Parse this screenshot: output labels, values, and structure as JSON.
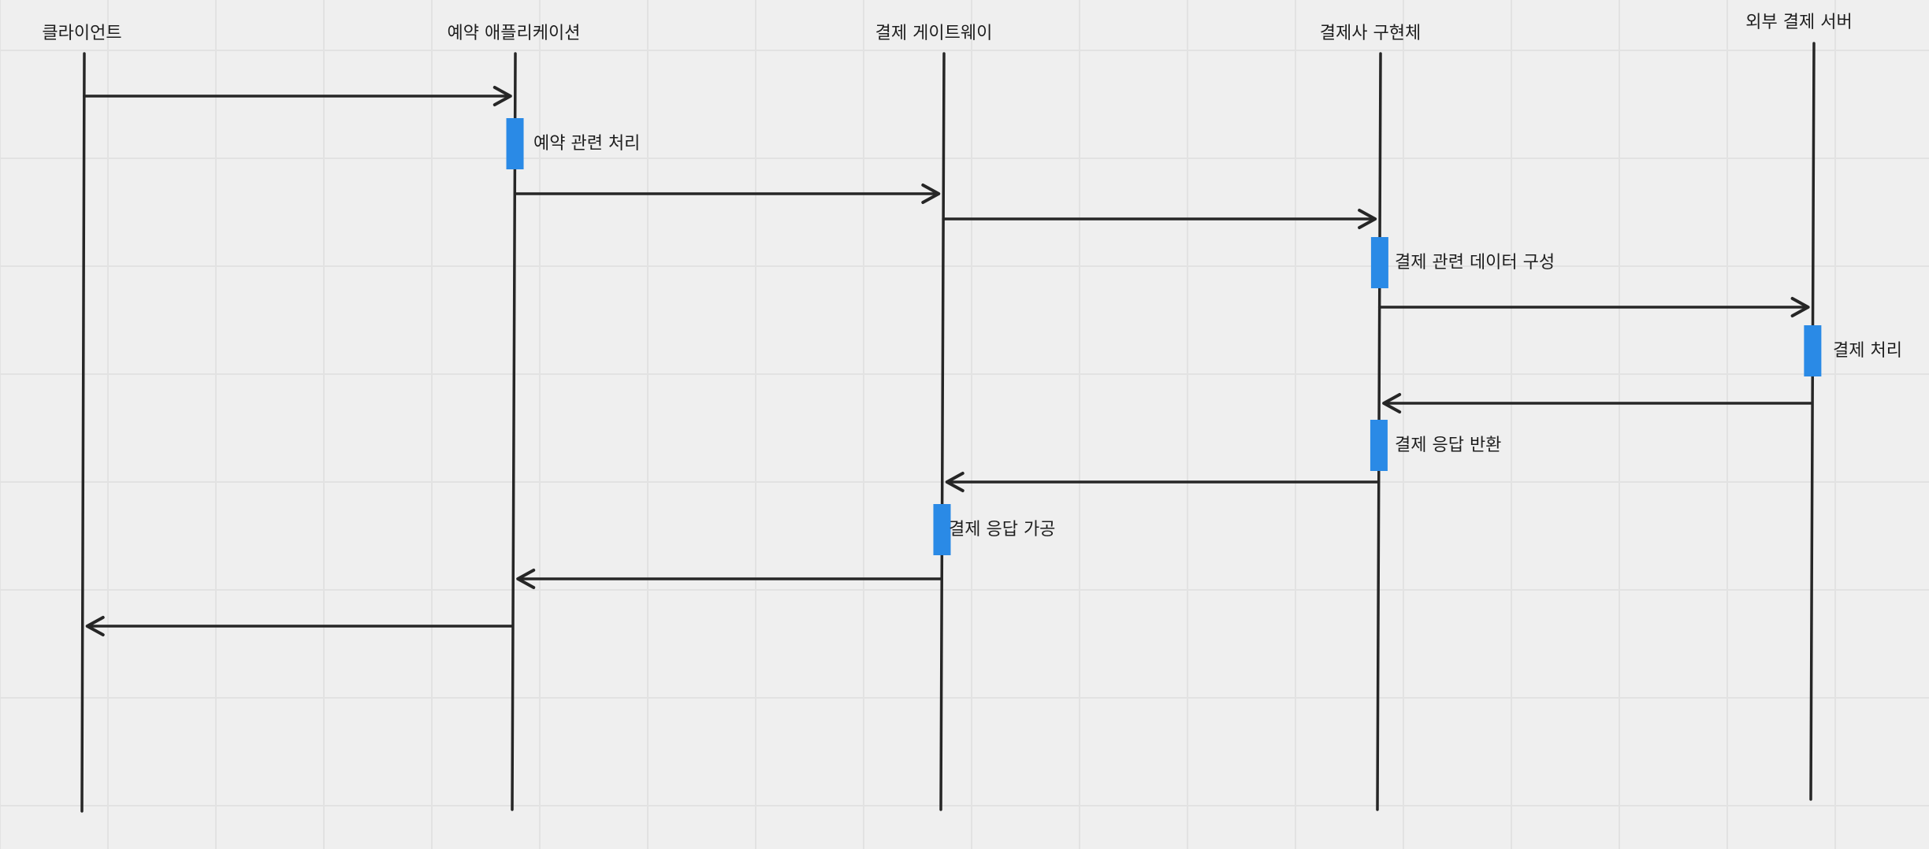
{
  "diagram": {
    "title": "",
    "colors": {
      "line": "#262626",
      "activation": "#2a8ae6",
      "background": "#efefef",
      "grid": "#e2e2e2"
    },
    "participants": [
      {
        "name": "클라이언트"
      },
      {
        "name": "예약 애플리케이션"
      },
      {
        "name": "결제 게이트웨이"
      },
      {
        "name": "결제사 구현체"
      },
      {
        "name": "외부 결제 서버"
      }
    ],
    "messages": [
      {
        "from": 0,
        "to": 1
      },
      {
        "from": 1,
        "to": 2
      },
      {
        "from": 2,
        "to": 3
      },
      {
        "from": 3,
        "to": 4
      },
      {
        "from": 4,
        "to": 3
      },
      {
        "from": 3,
        "to": 2
      },
      {
        "from": 2,
        "to": 1
      },
      {
        "from": 1,
        "to": 0
      }
    ],
    "activations": [
      {
        "participant": 1,
        "label": "예약 관련 처리"
      },
      {
        "participant": 3,
        "label": "결제 관련 데이터 구성"
      },
      {
        "participant": 4,
        "label": "결제 처리"
      },
      {
        "participant": 3,
        "label": "결제 응답 반환"
      },
      {
        "participant": 2,
        "label": "결제 응답 가공"
      }
    ]
  }
}
